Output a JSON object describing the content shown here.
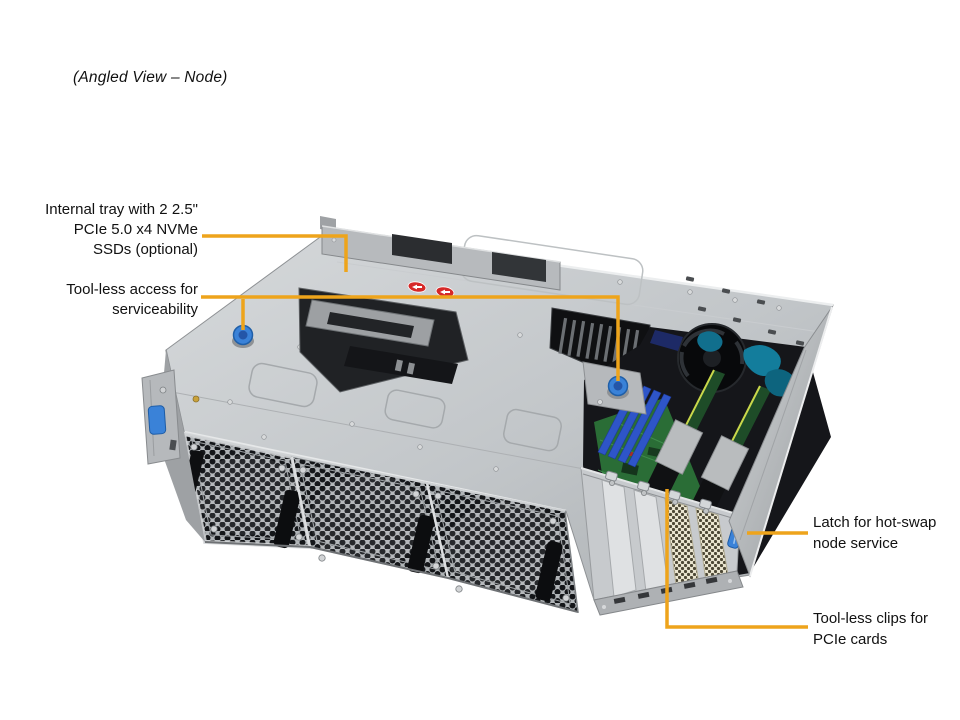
{
  "title": "(Angled View – Node)",
  "callouts": {
    "internal_tray": {
      "label": "Internal tray with 2 2.5\"\nPCIe 5.0 x4 NVMe\nSSDs (optional)"
    },
    "toolless_access": {
      "label": "Tool-less access for\nserviceability"
    },
    "latch": {
      "label": "Latch for hot-swap\nnode service"
    },
    "toolless_clips": {
      "label": "Tool-less clips for\nPCIe cards"
    }
  },
  "colors": {
    "background": "#FFFFFF",
    "label_text": "#111111",
    "callout_line": "#EEA41B",
    "latch_blue": "#3A82D8",
    "pcb_green": "#2A6D36",
    "dimm_blue": "#2E55C8",
    "sticker_red": "#D62828",
    "chassis_gray": "#C2C6C9"
  }
}
